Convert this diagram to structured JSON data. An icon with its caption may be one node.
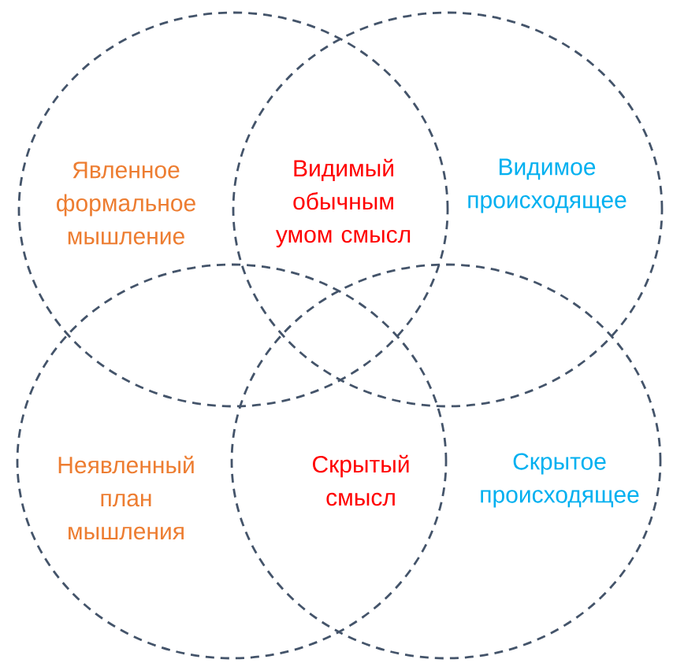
{
  "diagram": {
    "nodes": [
      {
        "text": [
          "Явленное формальное мышление"
        ]
      },
      {
        "text": [
          "Видимое происходящее"
        ]
      },
      {
        "text": [
          "Неявленный план мышления"
        ]
      },
      {
        "text": [
          "Скрытое происходящее"
        ]
      }
    ],
    "labels": [
      "Видимый обычным умом смысл",
      "Скрытый смысл"
    ]
  }
}
